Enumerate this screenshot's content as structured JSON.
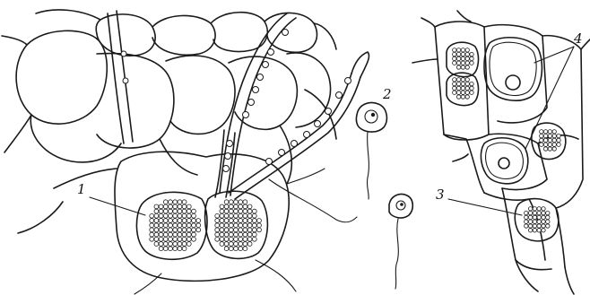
{
  "labels": {
    "l1": "1",
    "l2": "2",
    "l3": "3",
    "l4": "4"
  },
  "colors": {
    "ink": "#1a1a1a",
    "paper": "#ffffff"
  }
}
